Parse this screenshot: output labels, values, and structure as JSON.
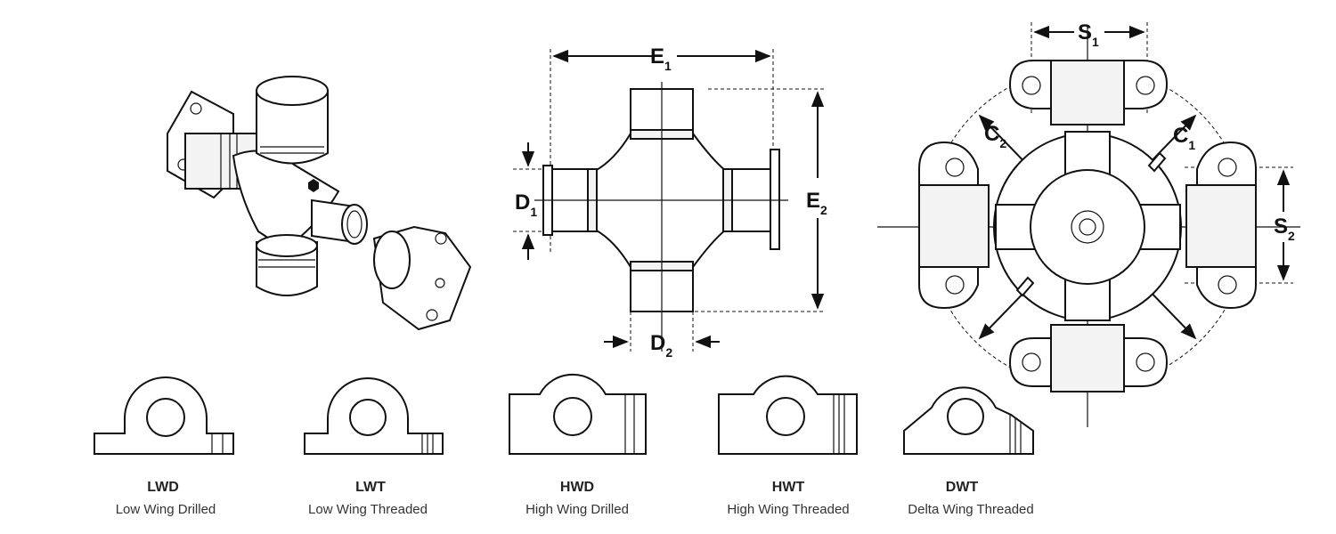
{
  "dimensions": {
    "E1": {
      "main": "E",
      "sub": "1"
    },
    "E2": {
      "main": "E",
      "sub": "2"
    },
    "D1": {
      "main": "D",
      "sub": "1"
    },
    "D2": {
      "main": "D",
      "sub": "2"
    },
    "S1": {
      "main": "S",
      "sub": "1"
    },
    "S2": {
      "main": "S",
      "sub": "2"
    },
    "C1": {
      "main": "C",
      "sub": "1"
    },
    "C2": {
      "main": "C",
      "sub": "2"
    }
  },
  "wing_types": [
    {
      "code": "LWD",
      "description": "Low Wing Drilled"
    },
    {
      "code": "LWT",
      "description": "Low Wing Threaded"
    },
    {
      "code": "HWD",
      "description": "High Wing Drilled"
    },
    {
      "code": "HWT",
      "description": "High Wing Threaded"
    },
    {
      "code": "DWT",
      "description": "Delta Wing Threaded"
    }
  ]
}
